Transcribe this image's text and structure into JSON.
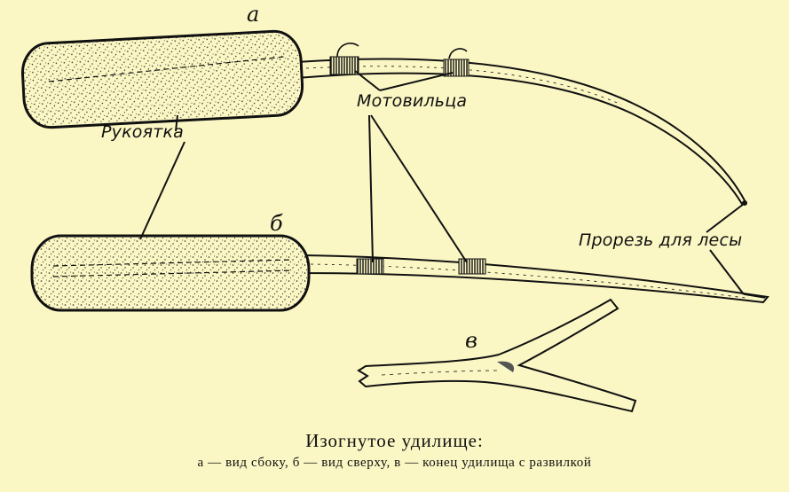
{
  "figure_letters": {
    "a": "а",
    "b": "б",
    "c": "в"
  },
  "labels": {
    "handle": "Рукоятка",
    "line_guides": "Мотовильца",
    "line_slot": "Прорезь для лесы"
  },
  "caption": {
    "title": "Изогнутое  удилище:",
    "subtitle": "а — вид сбоку, б — вид сверху, в — конец удилища с развилкой"
  },
  "colors": {
    "paper": "#fbf7c4",
    "ink": "#111111"
  }
}
